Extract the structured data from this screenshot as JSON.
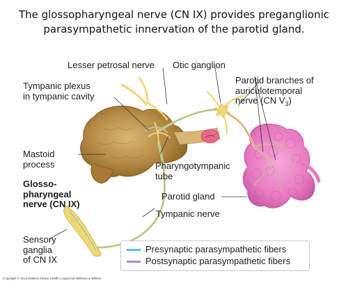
{
  "caption": {
    "line1": "The glossopharyngeal nerve (CN IX) provides preganglionic",
    "line2": "parasympathetic innervation of the parotid gland."
  },
  "labels": {
    "lesser_petrosal": "Lesser petrosal nerve",
    "otic_ganglion": "Otic ganglion",
    "parotid_branches_1": "Parotid branches of",
    "parotid_branches_2": "auriculotemporal",
    "parotid_branches_3": "nerve (CN V",
    "parotid_branches_sub": "3",
    "parotid_branches_end": ")",
    "tympanic_plexus_1": "Tympanic plexus",
    "tympanic_plexus_2": "in tympanic cavity",
    "mastoid_1": "Mastoid",
    "mastoid_2": "process",
    "pharyngotympanic_1": "Pharyngotympanic",
    "pharyngotympanic_2": "tube",
    "glosso_1": "Glosso-",
    "glosso_2": "pharyngeal",
    "glosso_3": "nerve (CN IX)",
    "parotid_gland": "Parotid gland",
    "tympanic_nerve": "Tympanic nerve",
    "sensory_1": "Sensory",
    "sensory_2": "ganglia",
    "sensory_3": "of CN IX"
  },
  "legend": {
    "presynaptic": "Presynaptic parasympathetic fibers",
    "postsynaptic": "Postsynaptic parasympathetic fibers"
  },
  "colors": {
    "presynaptic": "#5bc0de",
    "postsynaptic": "#a98bc4",
    "nerve": "#f0d774",
    "bone": "#b58a45",
    "gland": "#e879c0"
  },
  "copyright": "Copyright © 2014 Wolters Kluwer Health | Lippincott Williams & Wilkins"
}
